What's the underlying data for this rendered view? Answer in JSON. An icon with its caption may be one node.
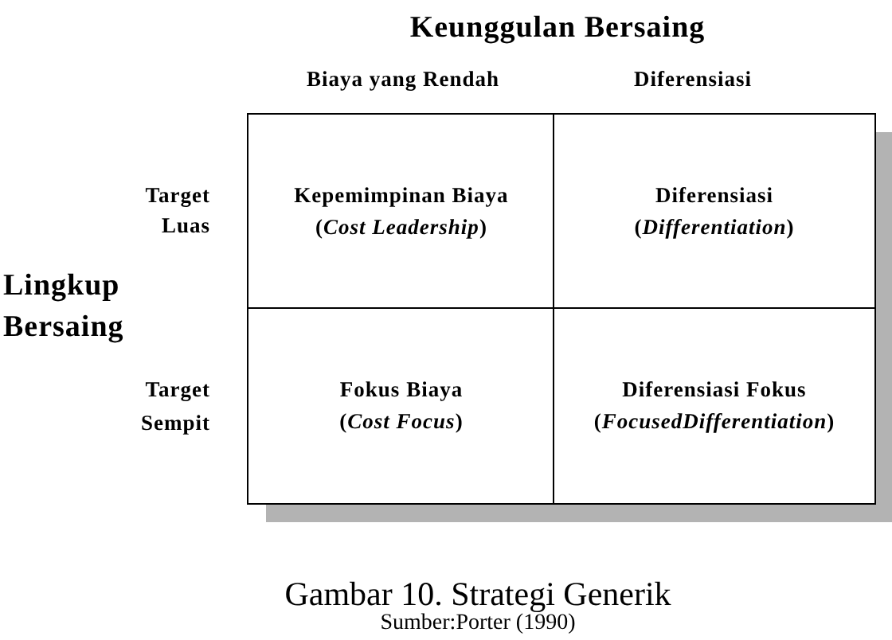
{
  "diagram": {
    "caption": "Gambar 10. Strategi Generik",
    "nodes": [
      {
        "text": [
          "Kepemimpinan Biaya",
          "(*Cost Leadership*)"
        ]
      },
      {
        "text": [
          "Diferensiasi",
          "(*Differentiation*)"
        ]
      },
      {
        "text": [
          "Fokus Biaya",
          "(*Cost Focus*)"
        ]
      },
      {
        "text": [
          "Diferensiasi Fokus",
          "(*FocusedDifferentiation*)"
        ]
      }
    ],
    "edges": [],
    "labels": [
      "Keunggulan Bersaing",
      "Biaya yang Rendah",
      "Diferensiasi",
      "Target Luas",
      "Lingkup Bersaing",
      "Target Sempit",
      "Sumber:Porter (1990)"
    ]
  }
}
